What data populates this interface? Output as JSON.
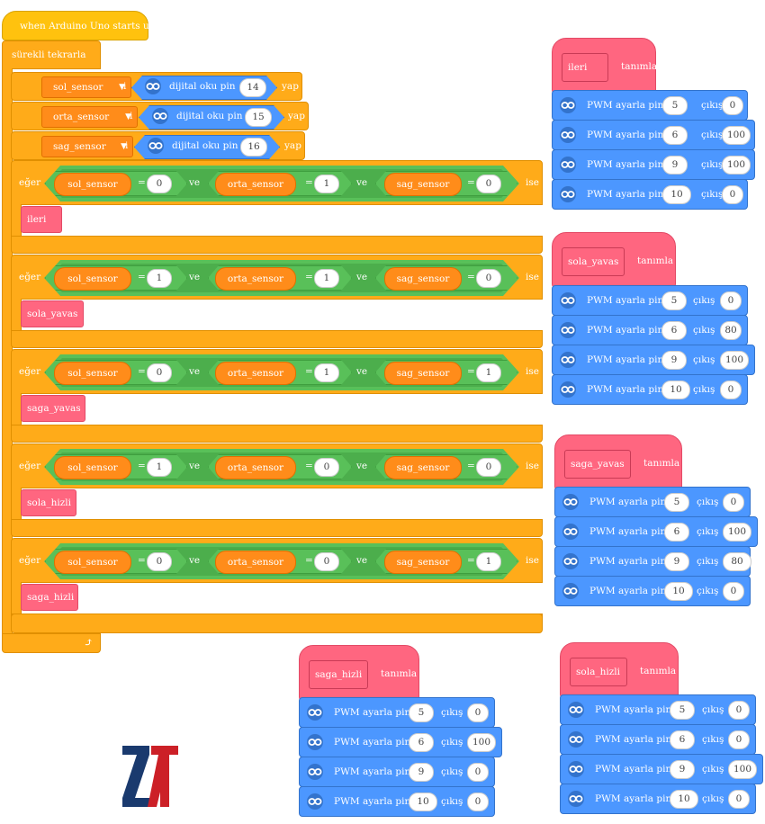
{
  "main_script": {
    "hat_label": "when Arduino Uno starts up",
    "loop_label": "sürekli tekrarla",
    "loop_end_icon": "loop-arrow-icon",
    "assignments": [
      {
        "var": "sol_sensor",
        "op": "i",
        "action": "dijital oku pin",
        "pin": "14",
        "suffix": "yap"
      },
      {
        "var": "orta_sensor",
        "op": "i",
        "action": "dijital oku pin",
        "pin": "15",
        "suffix": "yap"
      },
      {
        "var": "sag_sensor",
        "op": "i",
        "action": "dijital oku pin",
        "pin": "16",
        "suffix": "yap"
      }
    ],
    "if_label": "eğer",
    "then_label": "ise",
    "and_label": "ve",
    "eq_label": "=",
    "conditions": [
      {
        "a": "sol_sensor",
        "av": "0",
        "b": "orta_sensor",
        "bv": "1",
        "c": "sag_sensor",
        "cv": "0",
        "call": "ileri"
      },
      {
        "a": "sol_sensor",
        "av": "1",
        "b": "orta_sensor",
        "bv": "1",
        "c": "sag_sensor",
        "cv": "0",
        "call": "sola_yavas"
      },
      {
        "a": "sol_sensor",
        "av": "0",
        "b": "orta_sensor",
        "bv": "1",
        "c": "sag_sensor",
        "cv": "1",
        "call": "saga_yavas"
      },
      {
        "a": "sol_sensor",
        "av": "1",
        "b": "orta_sensor",
        "bv": "0",
        "c": "sag_sensor",
        "cv": "0",
        "call": "sola_hizli"
      },
      {
        "a": "sol_sensor",
        "av": "0",
        "b": "orta_sensor",
        "bv": "0",
        "c": "sag_sensor",
        "cv": "1",
        "call": "saga_hizli"
      }
    ]
  },
  "define_label": "tanımla",
  "pwm_label": "PWM ayarla pin",
  "out_label": "çıkış",
  "functions": [
    {
      "name": "ileri",
      "rows": [
        {
          "pin": "5",
          "val": "0"
        },
        {
          "pin": "6",
          "val": "100"
        },
        {
          "pin": "9",
          "val": "100"
        },
        {
          "pin": "10",
          "val": "0"
        }
      ]
    },
    {
      "name": "sola_yavas",
      "rows": [
        {
          "pin": "5",
          "val": "0"
        },
        {
          "pin": "6",
          "val": "80"
        },
        {
          "pin": "9",
          "val": "100"
        },
        {
          "pin": "10",
          "val": "0"
        }
      ]
    },
    {
      "name": "saga_yavas",
      "rows": [
        {
          "pin": "5",
          "val": "0"
        },
        {
          "pin": "6",
          "val": "100"
        },
        {
          "pin": "9",
          "val": "80"
        },
        {
          "pin": "10",
          "val": "0"
        }
      ]
    },
    {
      "name": "saga_hizli",
      "rows": [
        {
          "pin": "5",
          "val": "0"
        },
        {
          "pin": "6",
          "val": "100"
        },
        {
          "pin": "9",
          "val": "0"
        },
        {
          "pin": "10",
          "val": "0"
        }
      ]
    },
    {
      "name": "sola_hizli",
      "rows": [
        {
          "pin": "5",
          "val": "0"
        },
        {
          "pin": "6",
          "val": "0"
        },
        {
          "pin": "9",
          "val": "100"
        },
        {
          "pin": "10",
          "val": "0"
        }
      ]
    }
  ],
  "icons": {
    "arduino": "arduino-infinity-icon",
    "caret": "dropdown-caret-icon",
    "logo": "zt-logo"
  },
  "colors": {
    "hat": "#ffc20e",
    "control": "#ffab19",
    "variable": "#ff8c1a",
    "operator": "#59c059",
    "function": "#ff6680",
    "pwm": "#4c97ff"
  }
}
